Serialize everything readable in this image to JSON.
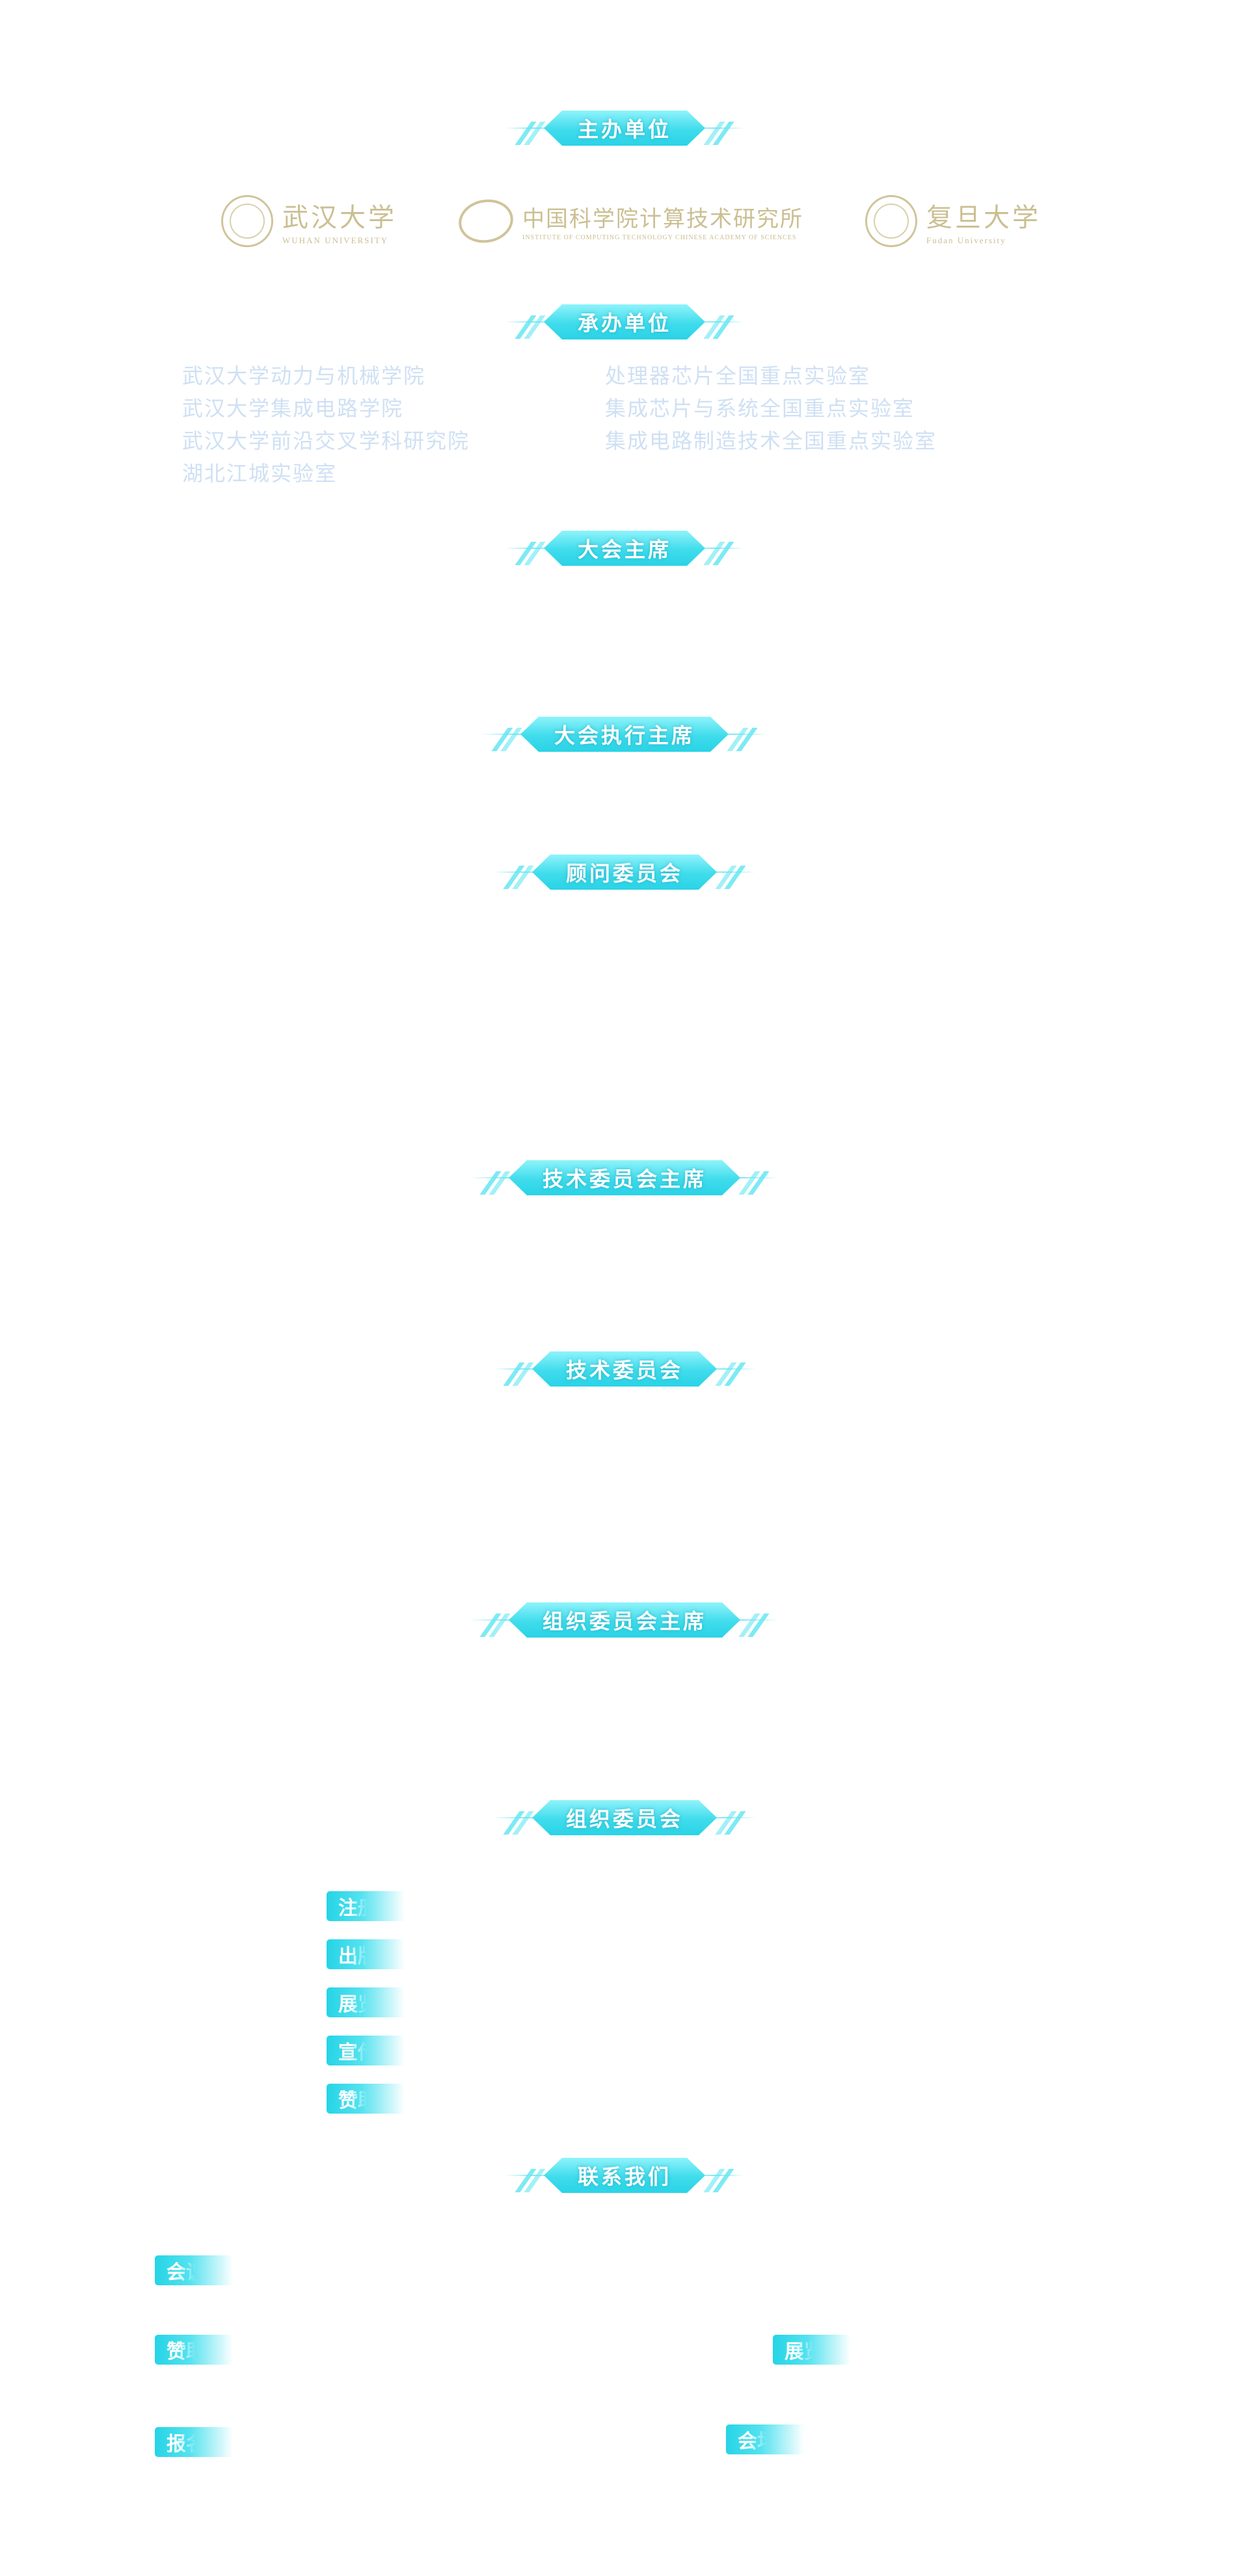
{
  "sections": {
    "host": "主办单位",
    "organizer": "承办单位",
    "general_chair": "大会主席",
    "executive_chair": "大会执行主席",
    "advisory_committee": "顾问委员会",
    "tech_committee_chair": "技术委员会主席",
    "tech_committee": "技术委员会",
    "org_committee_chair": "组织委员会主席",
    "org_committee": "组织委员会",
    "contact_us": "联系我们"
  },
  "hosts": [
    {
      "cn": "武汉大学",
      "en": "WUHAN UNIVERSITY"
    },
    {
      "cn": "中国科学院计算技术研究所",
      "en": "INSTITUTE OF COMPUTING TECHNOLOGY CHINESE ACADEMY OF SCIENCES"
    },
    {
      "cn": "复旦大学",
      "en": "Fudan University"
    }
  ],
  "organizers": [
    "武汉大学动力与机械学院",
    "处理器芯片全国重点实验室",
    "武汉大学集成电路学院",
    "集成芯片与系统全国重点实验室",
    "武汉大学前沿交叉学科研究院",
    "集成电路制造技术全国重点实验室",
    "湖北江城实验室"
  ],
  "org_committee_tags": [
    "注册",
    "出版",
    "展览",
    "宣传",
    "赞助"
  ],
  "contact_tags": {
    "conference": "会议",
    "sponsor": "赞助",
    "exhibition": "展览",
    "registration": "报名",
    "venue": "会场"
  },
  "colors": {
    "accent": "#2ad3e6",
    "accent_light": "#8ff3fb",
    "org_text": "#cfe0f4",
    "logo_gold": "#cbbf92"
  }
}
